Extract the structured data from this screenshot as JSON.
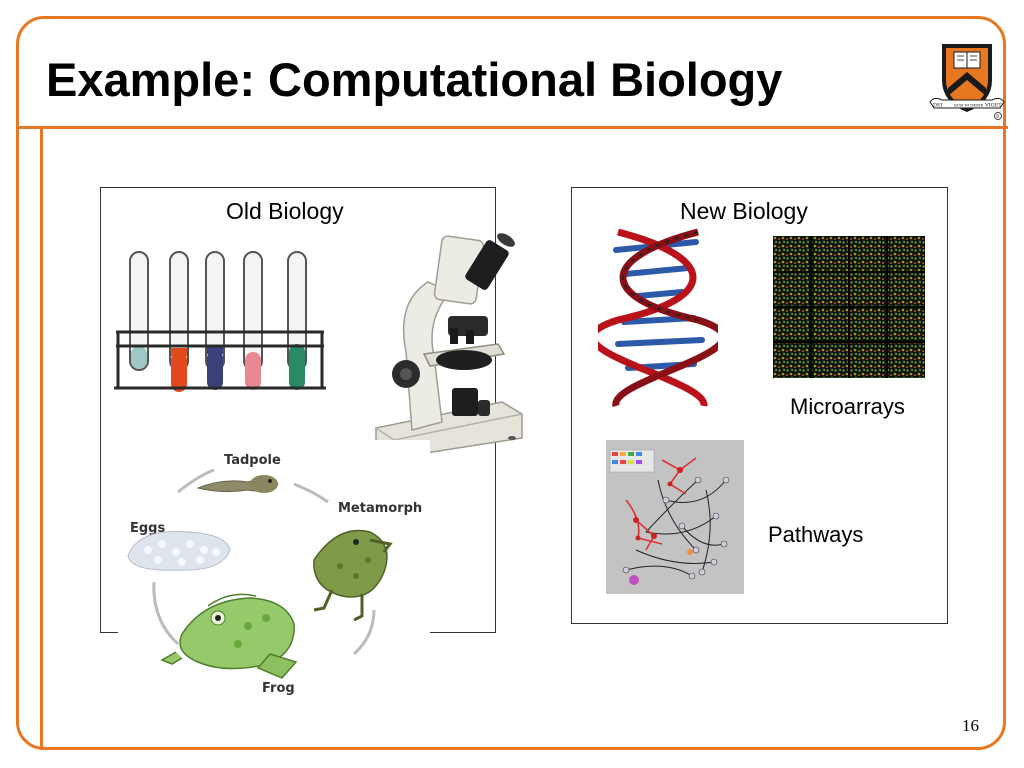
{
  "slide": {
    "title": "Example: Computational Biology",
    "page_number": "16",
    "logo": {
      "mottos": [
        "DEI",
        "SUB NUMINE",
        "VIGET"
      ],
      "icon": "princeton-shield-icon"
    }
  },
  "old_biology": {
    "label": "Old Biology",
    "images": [
      "test-tubes-icon",
      "microscope-icon",
      "frog-lifecycle-icon"
    ],
    "lifecycle": {
      "stages": [
        "Tadpole",
        "Metamorph",
        "Eggs",
        "Frog"
      ]
    }
  },
  "new_biology": {
    "label": "New Biology",
    "images": [
      "dna-helix-icon",
      "microarray-icon",
      "pathway-network-icon"
    ],
    "microarrays_label": "Microarrays",
    "pathways_label": "Pathways"
  },
  "colors": {
    "accent": "#e87722"
  }
}
